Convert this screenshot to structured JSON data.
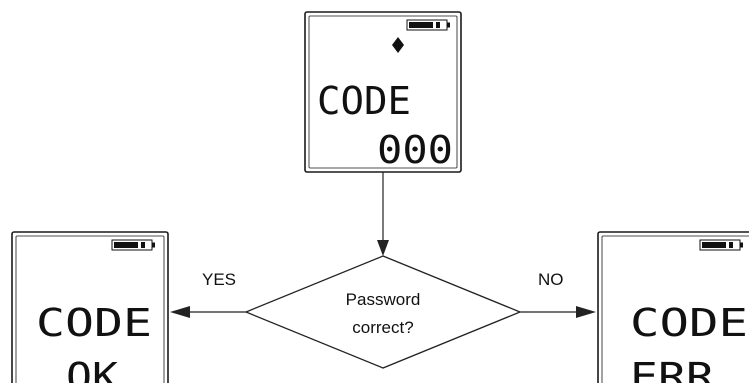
{
  "top_display": {
    "indicator_icon": "diamond-icon",
    "line1": "CODE",
    "line2": "000"
  },
  "left_display": {
    "line1": "CODE",
    "line2": "OK"
  },
  "right_display": {
    "line1": "CODE",
    "line2": "ERR"
  },
  "decision": {
    "line1": "Password",
    "line2": "correct?"
  },
  "labels": {
    "yes": "YES",
    "no": "NO"
  }
}
